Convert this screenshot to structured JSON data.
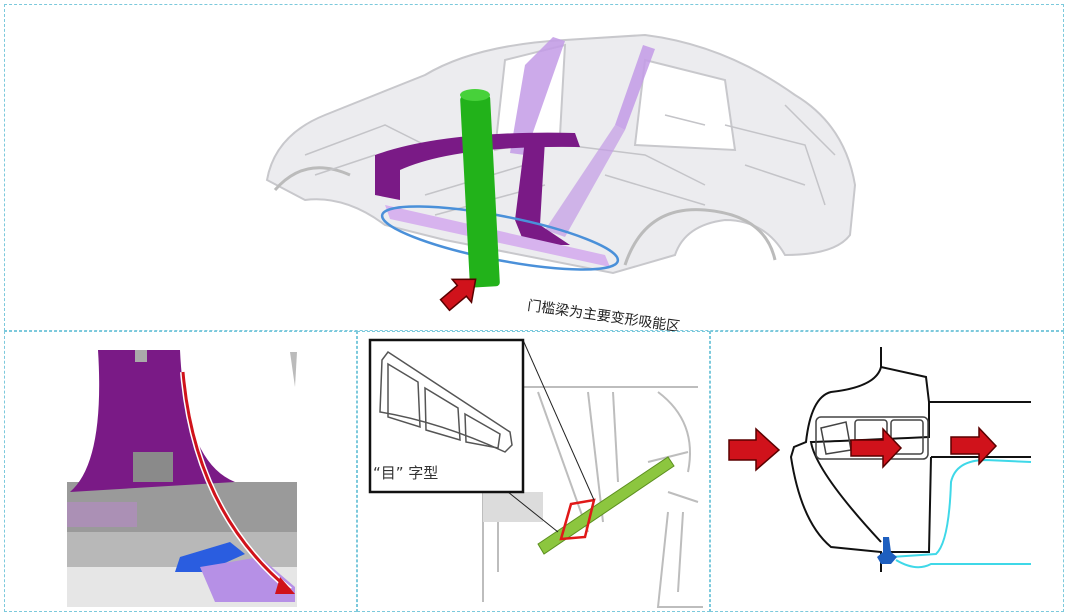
{
  "figure": {
    "panels": [
      {
        "id": "top",
        "description": "car body in white with side pole impact"
      },
      {
        "id": "bottom-left",
        "description": "B-pillar to sill load path"
      },
      {
        "id": "bottom-middle",
        "description": "sill beam cross-section detail"
      },
      {
        "id": "bottom-right",
        "description": "sill cross-section load transfer"
      }
    ],
    "top": {
      "caption": "门槛梁为主要变形吸能区"
    },
    "middle": {
      "inset_caption": "“目” 字型"
    },
    "colors": {
      "panel_border": "#7cc9dc",
      "pillar_purple": "#7a1a86",
      "light_purple": "#b98be0",
      "pole_green": "#22b21a",
      "arrow_red": "#d0121b",
      "ellipse_blue": "#4a90d9",
      "sill_green": "#8cc63f",
      "cyan_line": "#3fd8e8",
      "body_gray": "#d8d8dc"
    }
  }
}
